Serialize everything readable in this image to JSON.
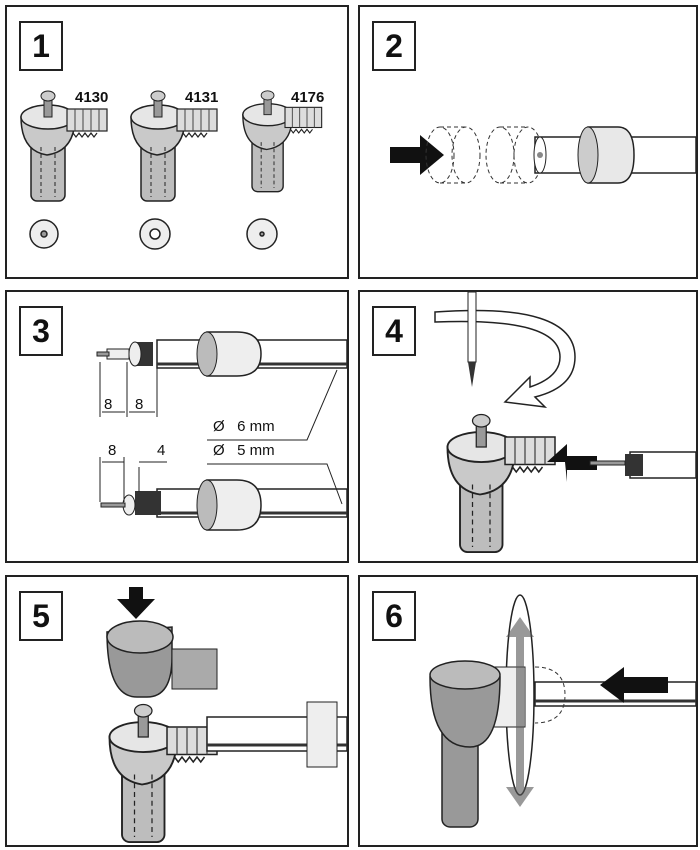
{
  "steps": [
    {
      "number": "1",
      "models": [
        "4130",
        "4131",
        "4176"
      ]
    },
    {
      "number": "2"
    },
    {
      "number": "3",
      "cable_6mm": {
        "diameter": "Ø   6 mm",
        "strip_a": "8",
        "strip_b": "8"
      },
      "cable_5mm": {
        "diameter": "Ø   5 mm",
        "strip_a": "8",
        "strip_b": "4"
      }
    },
    {
      "number": "4"
    },
    {
      "number": "5"
    },
    {
      "number": "6"
    }
  ],
  "colors": {
    "outline": "#222222",
    "body": "#bdbdbd",
    "body_dark": "#8a8a8a",
    "arrow": "#111111"
  }
}
